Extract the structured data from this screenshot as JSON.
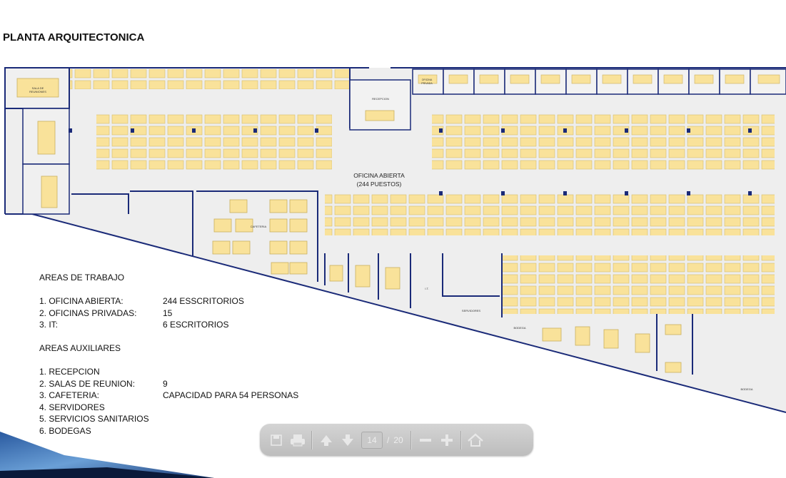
{
  "page": {
    "title": "PLANTA ARQUITECTONICA"
  },
  "plan": {
    "open_office_label": "OFICINA ABIERTA",
    "open_office_count": "(244 PUESTOS)",
    "labels": {
      "reception": "RECEPCION",
      "cafeteria": "CAFETERIA",
      "servers": "SERVIDORES",
      "it": "I.T.",
      "storage": "BODEGA",
      "meeting_line1": "SALA DE",
      "meeting_line2": "REUNIONES",
      "private_line1": "OFICINA",
      "private_line2": "PRIVADA"
    }
  },
  "legend": {
    "work_heading": "AREAS DE TRABAJO",
    "work_items": [
      {
        "label": "1. OFICINA ABIERTA:",
        "value": "244 ESSCRITORIOS"
      },
      {
        "label": "2. OFICINAS PRIVADAS:",
        "value": "15"
      },
      {
        "label": "3. IT:",
        "value": "6 ESCRITORIOS"
      }
    ],
    "aux_heading": "AREAS AUXILIARES",
    "aux_items": [
      {
        "label": "1. RECEPCION",
        "value": ""
      },
      {
        "label": "2. SALAS DE REUNION:",
        "value": "9"
      },
      {
        "label": "3. CAFETERIA:",
        "value": "CAPACIDAD PARA 54 PERSONAS"
      },
      {
        "label": "4. SERVIDORES",
        "value": ""
      },
      {
        "label": "5. SERVICIOS SANITARIOS",
        "value": ""
      },
      {
        "label": "6. BODEGAS",
        "value": ""
      }
    ]
  },
  "viewer": {
    "current_page": "14",
    "separator": "/",
    "total_pages": "20",
    "icons": [
      "save-icon",
      "print-icon",
      "previous-page-icon",
      "next-page-icon",
      "zoom-out-icon",
      "zoom-in-icon",
      "home-icon"
    ]
  },
  "colors": {
    "furniture": "#f9e29a",
    "furniture_edge": "#c9b060",
    "wall": "#1a2a78",
    "floor": "#eeeeee"
  }
}
